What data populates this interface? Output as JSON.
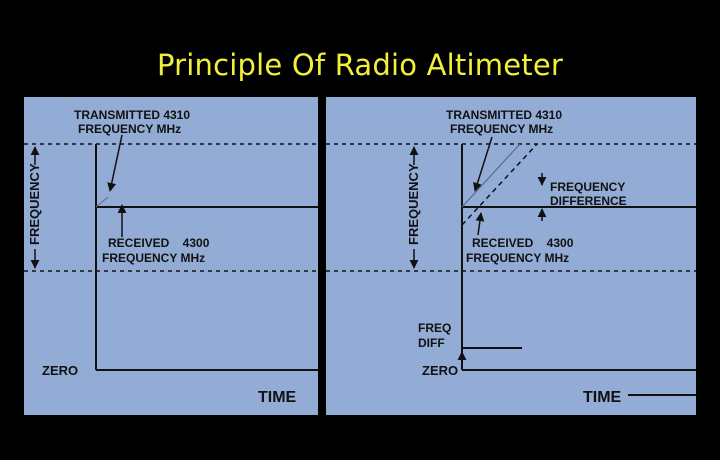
{
  "title": "Principle Of Radio Altimeter",
  "left_panel": {
    "transmitted_line1": "TRANSMITTED 4310",
    "transmitted_line2": "FREQUENCY  MHz",
    "received_line1": "RECEIVED    4300",
    "received_line2": "FREQUENCY  MHz",
    "y_axis_label": "FREQUENCY",
    "zero_label": "ZERO",
    "time_label": "TIME"
  },
  "right_panel": {
    "transmitted_line1": "TRANSMITTED 4310",
    "transmitted_line2": "FREQUENCY  MHz",
    "received_line1": "RECEIVED    4300",
    "received_line2": "FREQUENCY  MHz",
    "difference_line1": "FREQUENCY",
    "difference_line2": "DIFFERENCE",
    "y_axis_label": "FREQUENCY",
    "freq_diff_line1": "FREQ",
    "freq_diff_line2": "DIFF",
    "zero_label": "ZERO",
    "time_label": "TIME"
  }
}
